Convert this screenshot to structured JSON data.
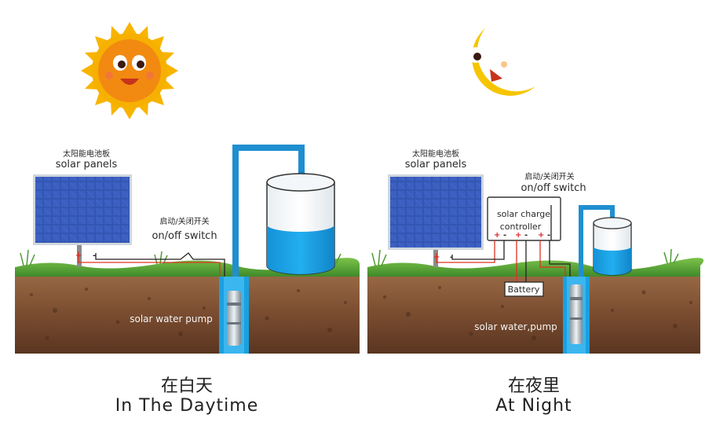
{
  "day": {
    "panel_label_zh": "太阳能电池板",
    "panel_label_en": "solar panels",
    "switch_label_zh": "启动/关闭开关",
    "switch_label_en": "on/off switch",
    "pump_label": "solar water pump",
    "caption_zh": "在白天",
    "caption_en": "In The Daytime",
    "icon": "smiling-sun-icon"
  },
  "night": {
    "panel_label_zh": "太阳能电池板",
    "panel_label_en": "solar panels",
    "switch_label_zh": "启动/关闭开关",
    "switch_label_en": "on/off switch",
    "controller_line1": "solar charge",
    "controller_line2": "controller",
    "battery_label": "Battery",
    "pump_label": "solar water,pump",
    "caption_zh": "在夜里",
    "caption_en": "At Night",
    "icon": "smiling-moon-icon"
  },
  "signs": {
    "plus": "+",
    "minus": "-"
  },
  "colors": {
    "pipe": "#1f8fd0",
    "water": "#1aa0e0",
    "sun": "#f6a800",
    "moon": "#f6c500",
    "soil": "#8a5a3a",
    "grass": "#5aa13a",
    "panel": "#2f4ea8"
  }
}
